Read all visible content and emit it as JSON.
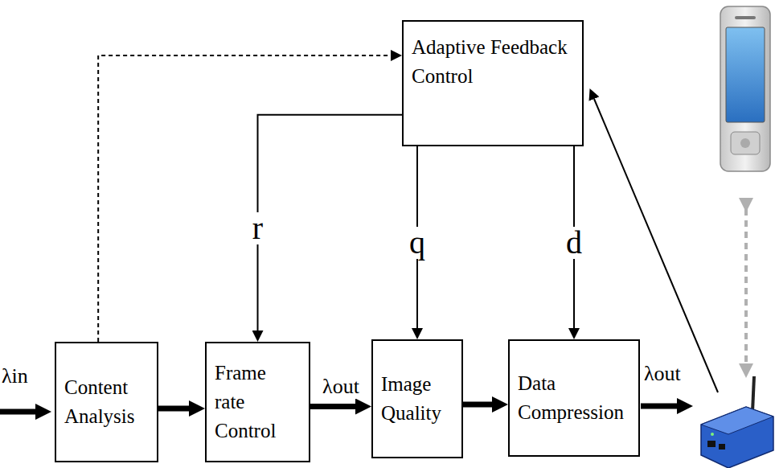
{
  "diagram": {
    "nodes": [
      {
        "text": [
          "Adaptive Feedback Control"
        ]
      },
      {
        "text": [
          "Content Analysis"
        ]
      },
      {
        "text": [
          "Frame rate Control"
        ]
      },
      {
        "text": [
          "Image Quality"
        ]
      },
      {
        "text": [
          "Data Compression"
        ]
      }
    ],
    "edges": [
      {
        "from": 0,
        "to": 2,
        "label": "r",
        "arrow": "to"
      },
      {
        "from": 0,
        "to": 3,
        "label": "q",
        "arrow": "to"
      },
      {
        "from": 0,
        "to": 4,
        "label": "d",
        "arrow": "to"
      },
      {
        "from": 1,
        "to": 0,
        "arrow": "to"
      },
      {
        "from": 1,
        "to": 2,
        "arrow": "to"
      },
      {
        "from": 2,
        "to": 3,
        "label": "λout",
        "arrow": "to"
      },
      {
        "from": 3,
        "to": 4,
        "arrow": "to"
      }
    ],
    "labels": [
      "λin",
      "λout"
    ]
  }
}
